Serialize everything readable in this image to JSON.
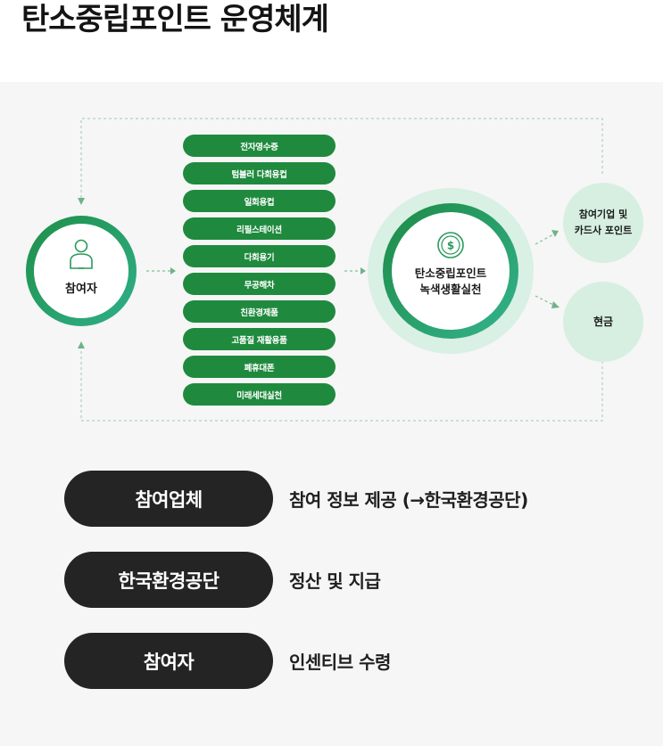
{
  "title": "탄소중립포인트 운영체계",
  "diagram": {
    "participant_label": "참여자",
    "actions": [
      "전자영수증",
      "텀블러 다회용컵",
      "일회용컵",
      "리필스테이션",
      "다회용기",
      "무공해차",
      "친환경제품",
      "고품질 재활용품",
      "폐휴대폰",
      "미래세대실천"
    ],
    "center_line1": "탄소중립포인트",
    "center_line2": "녹색생활실천",
    "reward_points_line1": "참여기업 및",
    "reward_points_line2": "카드사 포인트",
    "reward_cash": "현금",
    "colors": {
      "pill_green": "#1f8a3e",
      "ring_green": "#24a06a",
      "light_mint": "#d3eee0",
      "dark_badge": "#242424"
    }
  },
  "roles": [
    {
      "badge": "참여업체",
      "desc": "참여 정보 제공 (→한국환경공단)"
    },
    {
      "badge": "한국환경공단",
      "desc": "정산 및 지급"
    },
    {
      "badge": "참여자",
      "desc": "인센티브 수령"
    }
  ]
}
